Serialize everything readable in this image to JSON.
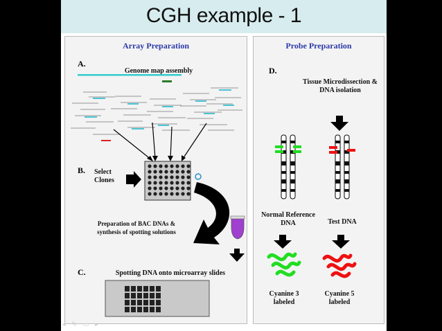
{
  "slide": {
    "title": "CGH example - 1"
  },
  "left_panel": {
    "heading": "Array Preparation",
    "label_a": "A.",
    "genome_map": "Genome map assembly",
    "label_b": "B.",
    "select_clones": "Select Clones",
    "preparation_text": "Preparation of BAC DNAs & synthesis of spotting solutions",
    "label_c": "C.",
    "spotting_text": "Spotting DNA onto microarray slides"
  },
  "right_panel": {
    "heading": "Probe Preparation",
    "label_d": "D.",
    "tissue_text": "Tissue Microdissection & DNA isolation",
    "normal_text": "Normal Reference DNA",
    "test_text": "Test DNA",
    "cy3_text": "Cyanine 3 labeled",
    "cy5_text": "Cyanine 5 labeled"
  },
  "colors": {
    "title_bg": "#d7ecee",
    "heading": "#2b3aa8",
    "green_probe": "#22dd22",
    "red_probe": "#ee1111",
    "tube": "#a040d0"
  },
  "toolbar": {
    "icons": "◂ ✎ ▭ ▸"
  }
}
